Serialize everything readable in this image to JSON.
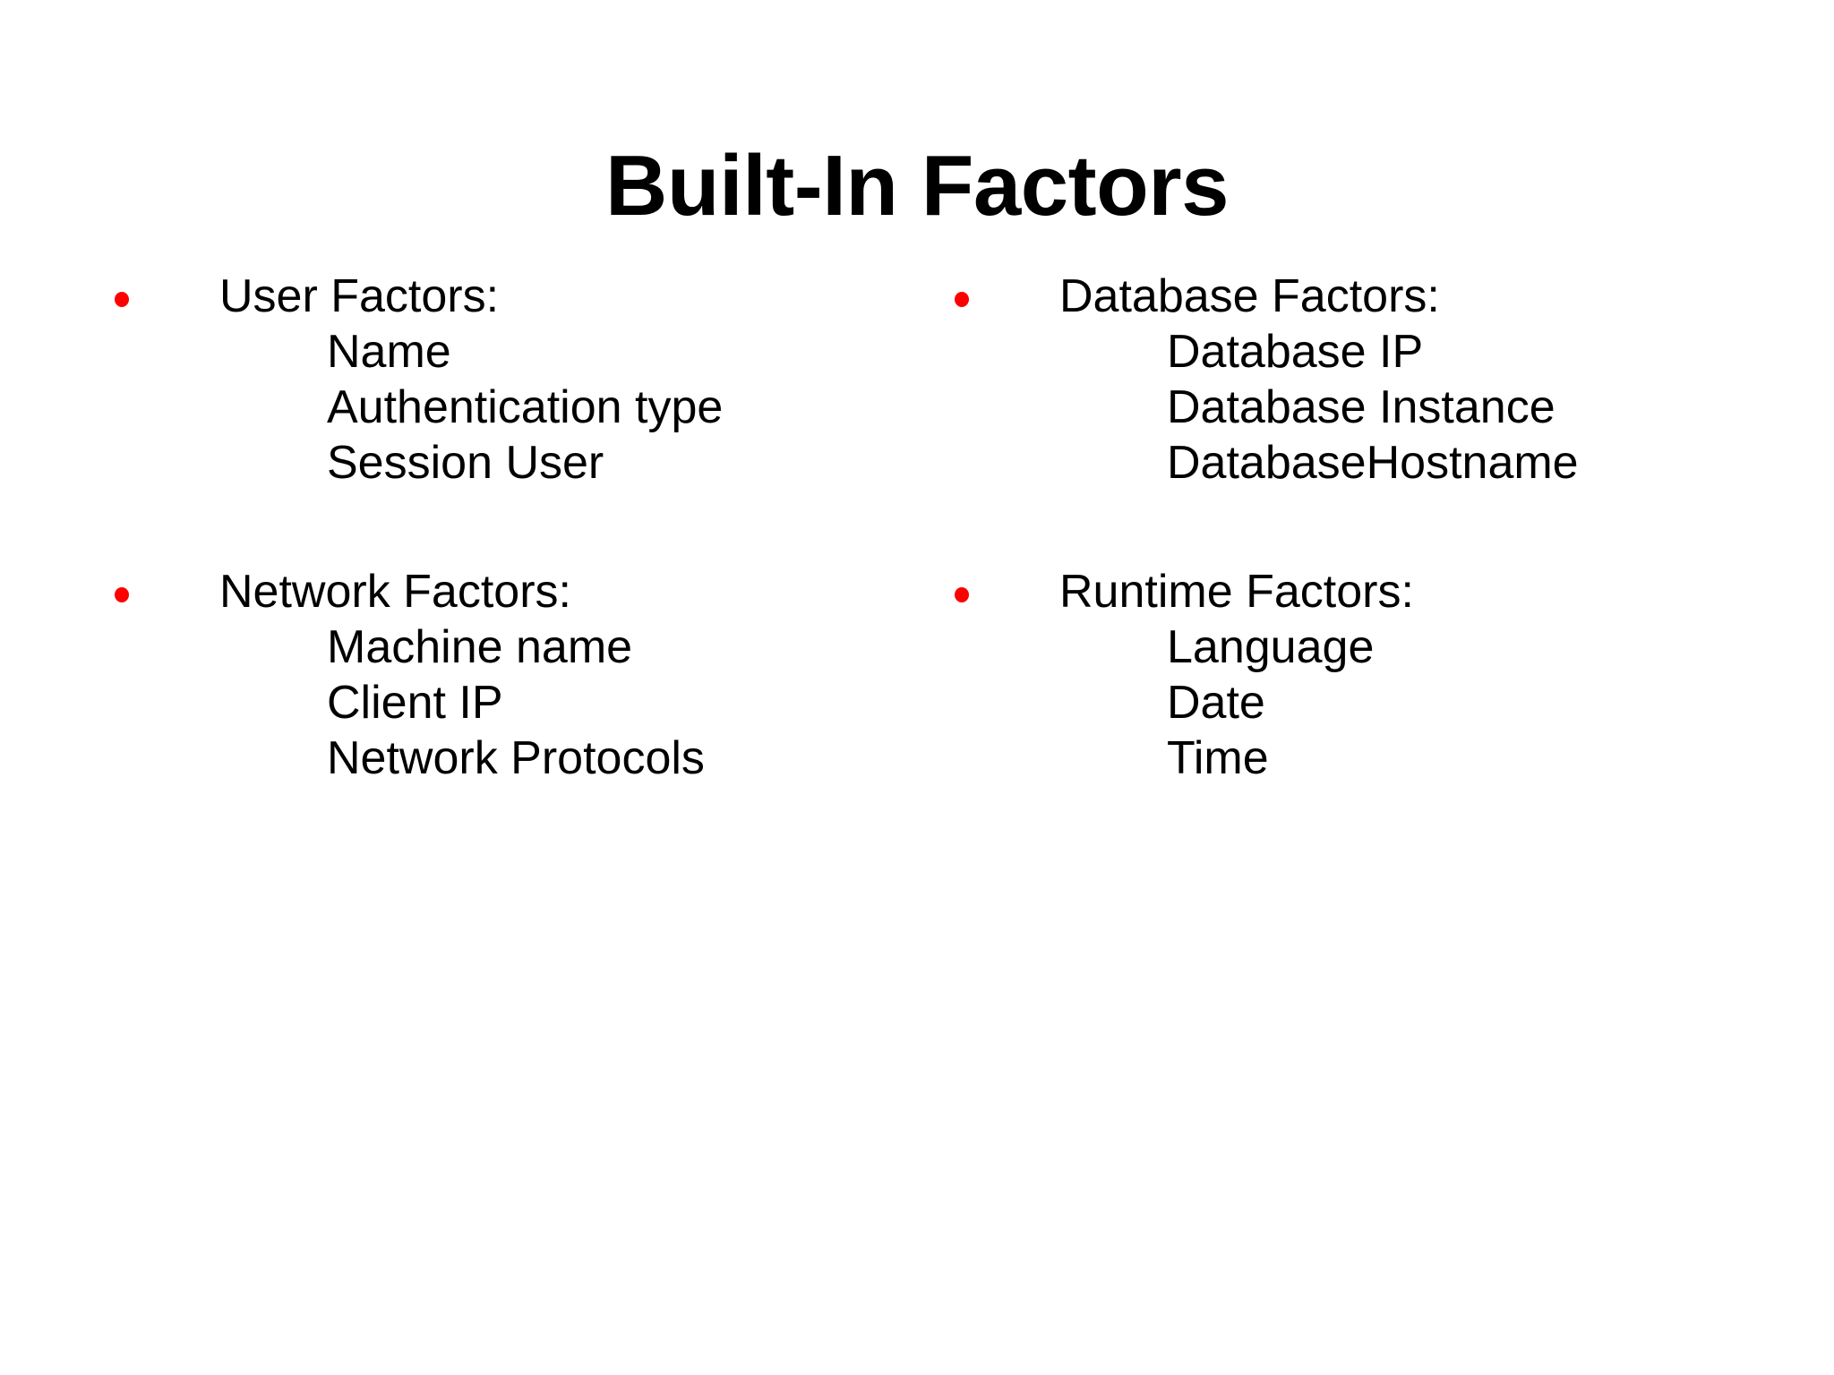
{
  "slide": {
    "title": "Built-In Factors",
    "background_color": "#FFFFFF",
    "text_color": "#000000",
    "bullet_color": "#FF0000",
    "columns": [
      {
        "name": "left",
        "groups": [
          {
            "heading": "User Factors:",
            "bullet_icon": "red-dot-bullet",
            "items": [
              "Name",
              "Authentication type",
              "Session User"
            ]
          },
          {
            "heading": "Network Factors:",
            "bullet_icon": "red-dot-bullet",
            "items": [
              "Machine name",
              "Client IP",
              "Network Protocols"
            ]
          }
        ]
      },
      {
        "name": "right",
        "groups": [
          {
            "heading": "Database Factors:",
            "bullet_icon": "red-dot-bullet",
            "items": [
              "Database IP",
              "Database Instance",
              "DatabaseHostname"
            ]
          },
          {
            "heading": "Runtime Factors:",
            "bullet_icon": "red-dot-bullet",
            "items": [
              "Language",
              "Date",
              "Time"
            ]
          }
        ]
      }
    ]
  }
}
